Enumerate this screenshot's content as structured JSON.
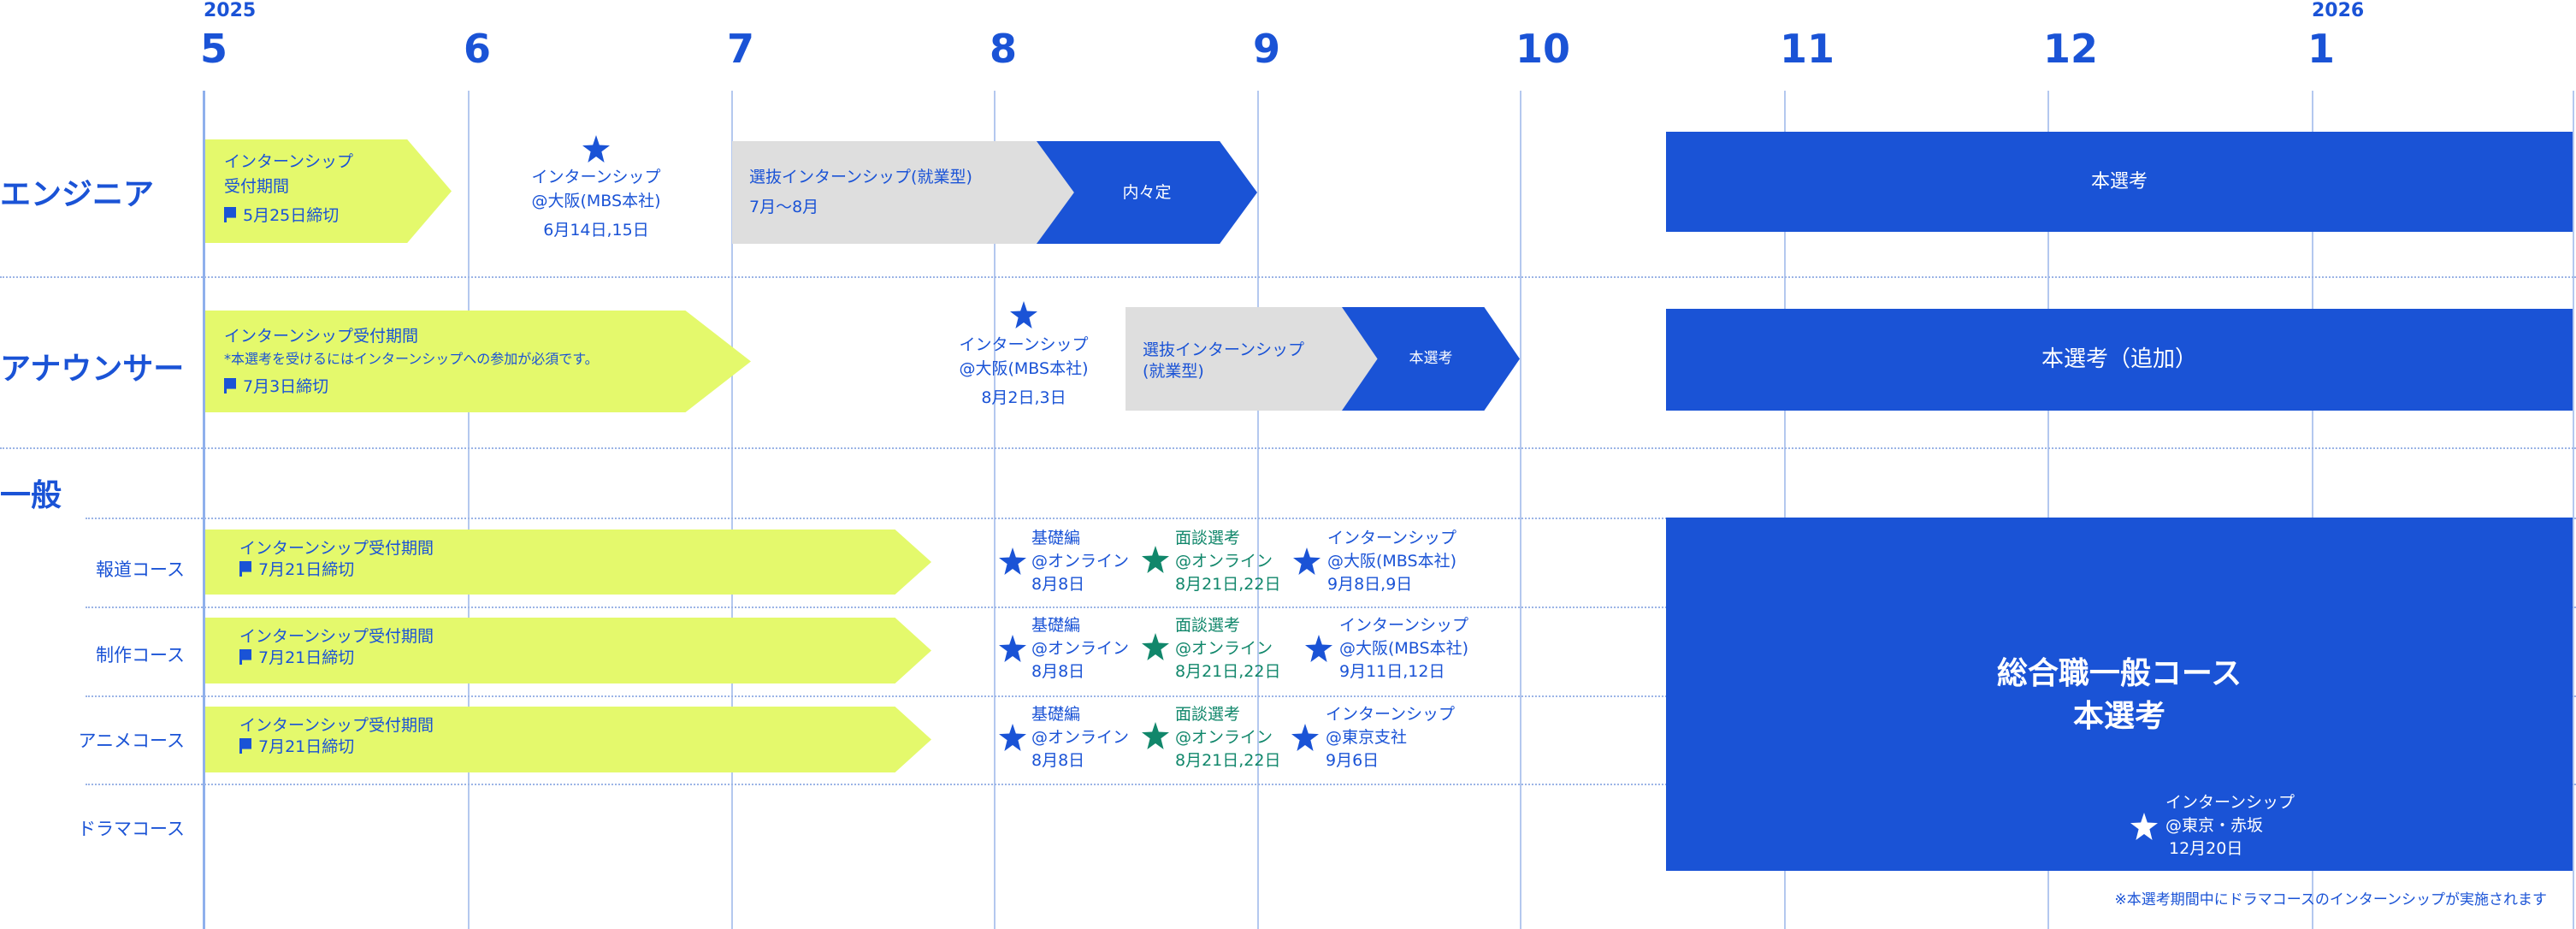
{
  "timeline": {
    "years": [
      "2025",
      "2026"
    ],
    "months": [
      "5",
      "6",
      "7",
      "8",
      "9",
      "10",
      "11",
      "12",
      "1"
    ]
  },
  "categories": {
    "engineer": "エンジニア",
    "announcer": "アナウンサー",
    "general": "一般"
  },
  "courses": [
    "報道コース",
    "制作コース",
    "アニメコース",
    "ドラマコース"
  ],
  "engineer": {
    "entry": {
      "title1": "インターンシップ",
      "title2": "受付期間",
      "deadline": "5月25日締切"
    },
    "event": {
      "line1": "インターンシップ",
      "line2": "@大阪(MBS本社)",
      "line3": "6月14日,15日"
    },
    "selective": {
      "title": "選抜インターンシップ(就業型)",
      "period": "7月〜8月"
    },
    "offer": "内々定",
    "main": "本選考"
  },
  "announcer": {
    "entry": {
      "title": "インターンシップ受付期間",
      "note": "*本選考を受けるにはインターンシップへの参加が必須です。",
      "deadline": "7月3日締切"
    },
    "event": {
      "line1": "インターンシップ",
      "line2": "@大阪(MBS本社)",
      "line3": "8月2日,3日"
    },
    "selective": {
      "line1": "選抜インターンシップ",
      "line2": "(就業型)"
    },
    "main_short": "本選考",
    "main": "本選考（追加）"
  },
  "general": {
    "rows": [
      {
        "entry": "インターンシップ受付期間",
        "deadline": "7月21日締切",
        "basic": [
          "基礎編",
          "@オンライン",
          "8月8日"
        ],
        "interview": [
          "面談選考",
          "@オンライン",
          "8月21日,22日"
        ],
        "intern": [
          "インターンシップ",
          "@大阪(MBS本社)",
          "9月8日,9日"
        ]
      },
      {
        "entry": "インターンシップ受付期間",
        "deadline": "7月21日締切",
        "basic": [
          "基礎編",
          "@オンライン",
          "8月8日"
        ],
        "interview": [
          "面談選考",
          "@オンライン",
          "8月21日,22日"
        ],
        "intern": [
          "インターンシップ",
          "@大阪(MBS本社)",
          "9月11日,12日"
        ]
      },
      {
        "entry": "インターンシップ受付期間",
        "deadline": "7月21日締切",
        "basic": [
          "基礎編",
          "@オンライン",
          "8月8日"
        ],
        "interview": [
          "面談選考",
          "@オンライン",
          "8月21日,22日"
        ],
        "intern": [
          "インターンシップ",
          "@東京支社",
          "9月6日"
        ]
      }
    ],
    "main_line1": "総合職一般コース",
    "main_line2": "本選考",
    "drama_event": [
      "インターンシップ",
      "@東京・赤坂",
      "12月20日"
    ],
    "footnote": "※本選考期間中にドラマコースのインターンシップが実施されます"
  },
  "colors": {
    "blue": "#1a53d6",
    "yellow": "#e4f96c",
    "gray": "#dedede",
    "green": "#11876b"
  }
}
